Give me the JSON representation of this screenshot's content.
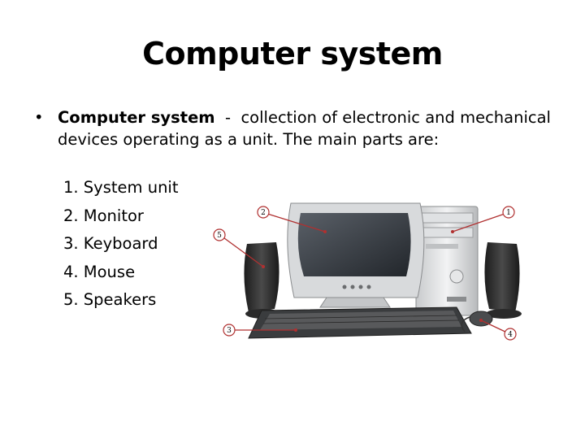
{
  "slide": {
    "title": "Computer system",
    "bullet_term": "Computer system",
    "bullet_rest": "  -  collection of electronic and mechanical devices operating as a unit. The main parts are:",
    "parts": [
      "1. System unit",
      "2. Monitor",
      "3. Keyboard",
      "4. Mouse",
      "5. Speakers"
    ]
  },
  "figure": {
    "callouts": [
      "1",
      "2",
      "3",
      "4",
      "5"
    ],
    "accent_color": "#b03030"
  }
}
